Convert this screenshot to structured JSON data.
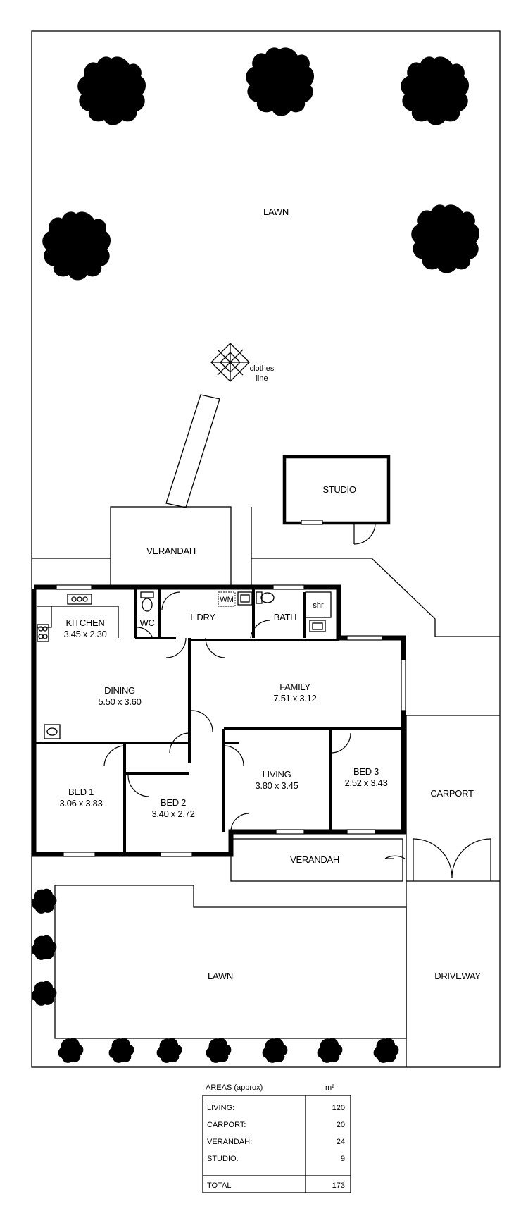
{
  "site": {
    "lawn_rear": "LAWN",
    "lawn_front": "LAWN",
    "clothes_line_1": "clothes",
    "clothes_line_2": "line",
    "studio": "STUDIO",
    "verandah_rear": "VERANDAH",
    "verandah_front": "VERANDAH",
    "carport": "CARPORT",
    "driveway": "DRIVEWAY"
  },
  "rooms": {
    "kitchen": {
      "name": "KITCHEN",
      "dims": "3.45 x 2.30"
    },
    "wc": {
      "name": "WC"
    },
    "laundry": {
      "name": "L'DRY"
    },
    "washing_machine": {
      "name": "WM"
    },
    "bath": {
      "name": "BATH"
    },
    "shower": {
      "name": "shr"
    },
    "dining": {
      "name": "DINING",
      "dims": "5.50 x 3.60"
    },
    "family": {
      "name": "FAMILY",
      "dims": "7.51 x 3.12"
    },
    "bed1": {
      "name": "BED 1",
      "dims": "3.06 x 3.83"
    },
    "bed2": {
      "name": "BED 2",
      "dims": "3.40 x 2.72"
    },
    "living": {
      "name": "LIVING",
      "dims": "3.80 x 3.45"
    },
    "bed3": {
      "name": "BED 3",
      "dims": "2.52 x 3.43"
    }
  },
  "areas": {
    "title": "AREAS (approx)",
    "unit": "m²",
    "rows": [
      {
        "label": "LIVING:",
        "value": "120"
      },
      {
        "label": "CARPORT:",
        "value": "20"
      },
      {
        "label": "VERANDAH:",
        "value": "24"
      },
      {
        "label": "STUDIO:",
        "value": "9"
      }
    ],
    "total_label": "TOTAL",
    "total_value": "173"
  }
}
